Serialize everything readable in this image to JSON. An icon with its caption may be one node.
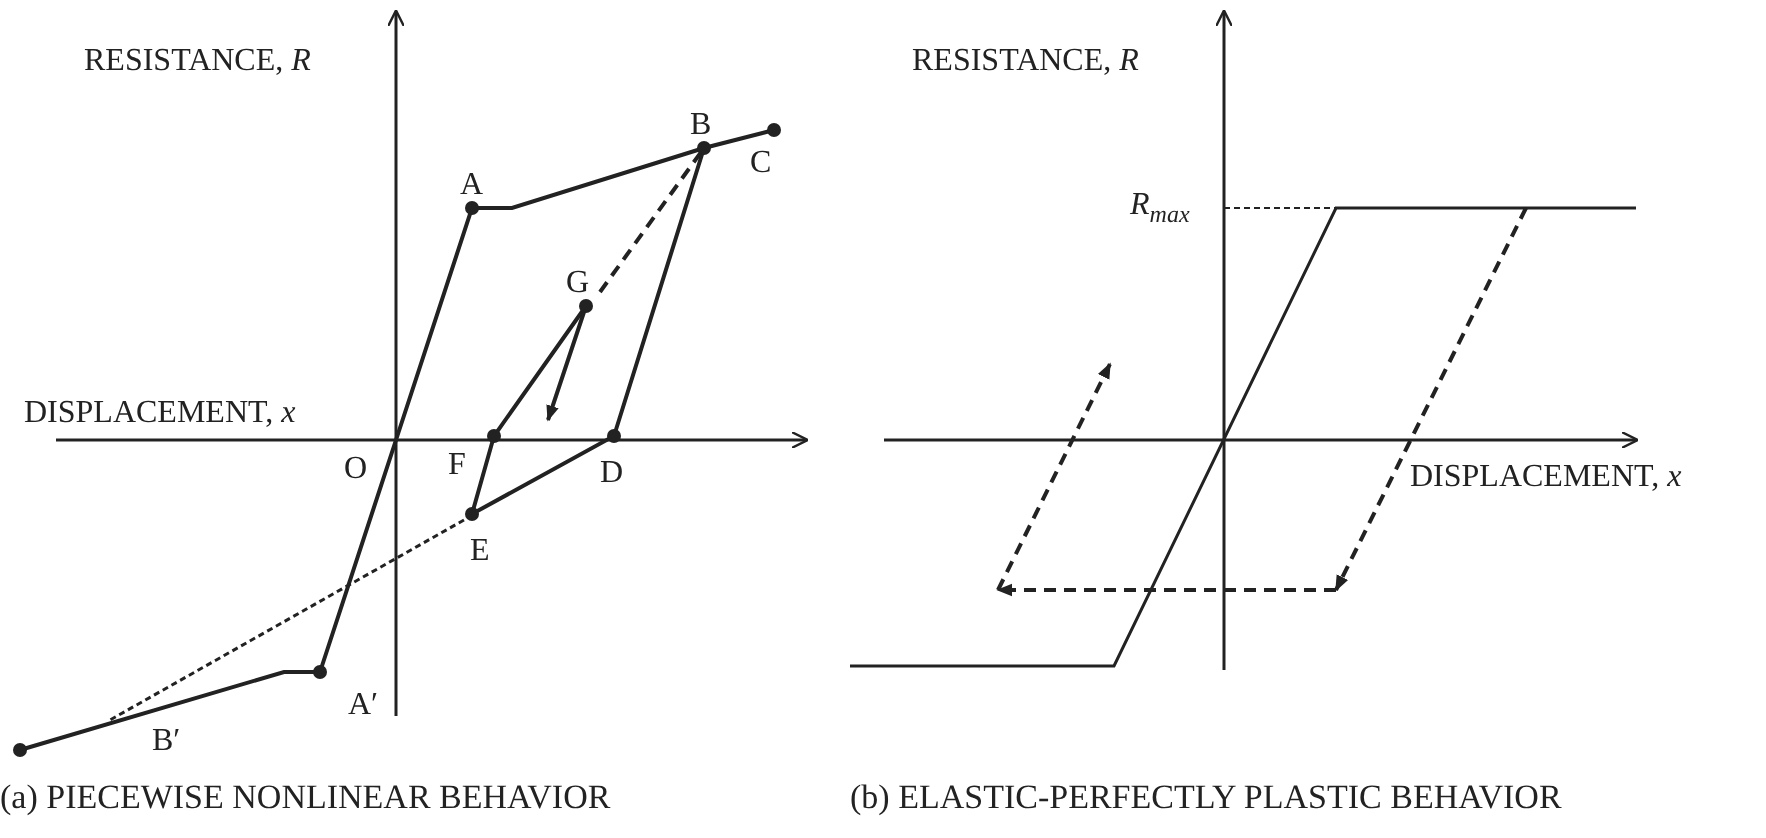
{
  "diagram": {
    "labels": [
      "RESISTANCE, *R*",
      "B",
      "C",
      "A",
      "G",
      "DISPLACEMENT, *x*",
      "O",
      "F",
      "D",
      "E",
      "A′",
      "B′",
      "(a) PIECEWISE NONLINEAR BEHAVIOR",
      "RESISTANCE, *R*",
      "*R*$_{max}$",
      "DISPLACEMENT, *x*",
      "(b) ELASTIC-PERFECTLY PLASTIC BEHAVIOR"
    ]
  }
}
